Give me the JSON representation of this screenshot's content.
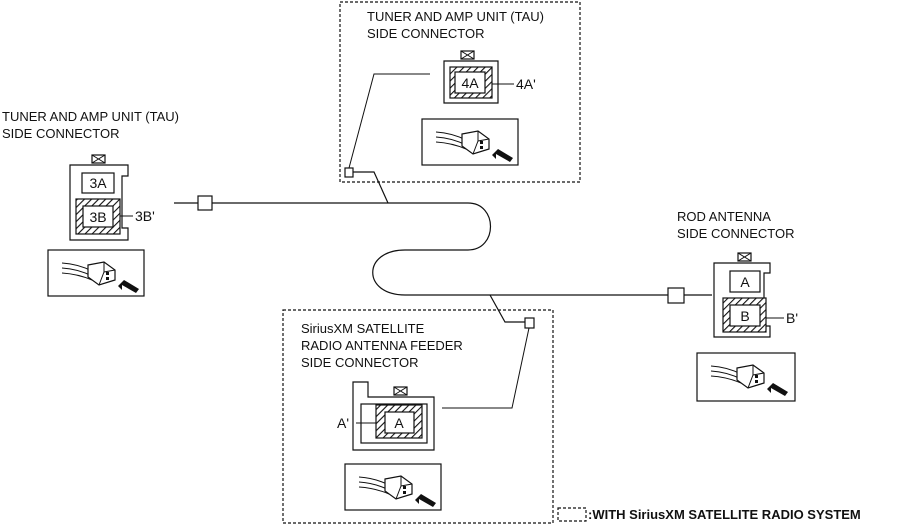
{
  "connectors": {
    "tau_3": {
      "title_line1": "TUNER AND AMP UNIT (TAU)",
      "title_line2": "SIDE CONNECTOR",
      "cavity_top": "3A",
      "cavity_bottom": "3B",
      "callout": "3B'"
    },
    "tau_4": {
      "title_line1": "TUNER AND AMP UNIT (TAU)",
      "title_line2": "SIDE CONNECTOR",
      "cavity": "4A",
      "callout": "4A'"
    },
    "rod_antenna": {
      "title_line1": "ROD ANTENNA",
      "title_line2": "SIDE CONNECTOR",
      "cavity_top": "A",
      "cavity_bottom": "B",
      "callout": "B'"
    },
    "siriusxm_feeder": {
      "title_line1": "SiriusXM SATELLITE",
      "title_line2": "RADIO ANTENNA FEEDER",
      "title_line3": "SIDE CONNECTOR",
      "cavity": "A",
      "callout": "A'"
    }
  },
  "legend": {
    "text": ":WITH SiriusXM SATELLITE RADIO SYSTEM"
  }
}
